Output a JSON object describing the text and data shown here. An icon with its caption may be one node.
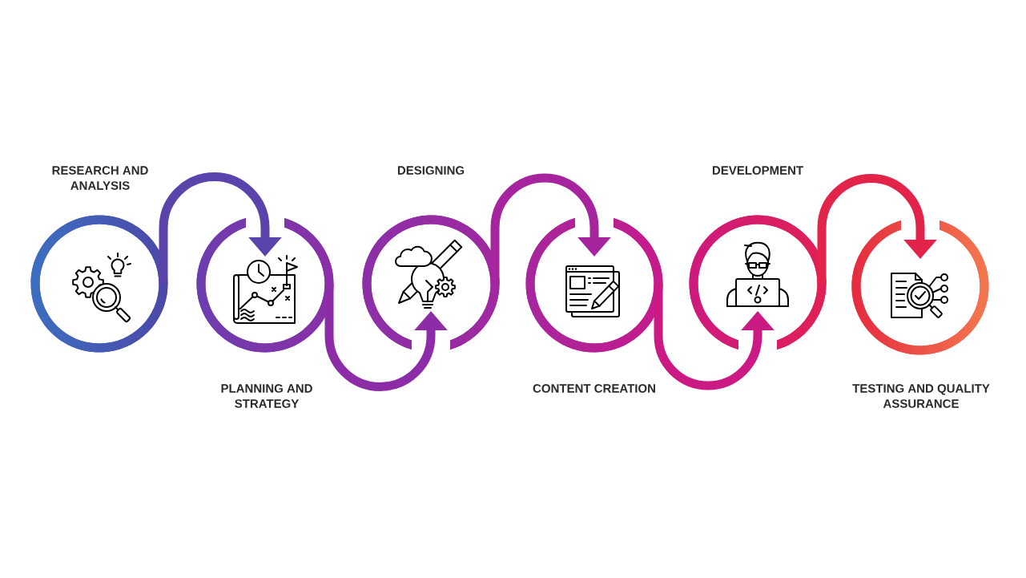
{
  "diagram": {
    "nodes": [
      {
        "text": [
          "RESEARCH AND ANALYSIS"
        ]
      },
      {
        "text": [
          "PLANNING AND STRATEGY"
        ]
      },
      {
        "text": [
          "DESIGNING"
        ]
      },
      {
        "text": [
          "CONTENT CREATION"
        ]
      },
      {
        "text": [
          "DEVELOPMENT"
        ]
      },
      {
        "text": [
          "TESTING AND QUALITY ASSURANCE"
        ]
      }
    ],
    "edges": [
      {
        "from": 0,
        "to": 1,
        "arrow": "to",
        "color": "#5a44ab"
      },
      {
        "from": 1,
        "to": 2,
        "arrow": "to",
        "color": "#8d2ca7"
      },
      {
        "from": 2,
        "to": 3,
        "arrow": "to",
        "color": "#a6249e"
      },
      {
        "from": 3,
        "to": 4,
        "arrow": "to",
        "color": "#cc1a85"
      },
      {
        "from": 4,
        "to": 5,
        "arrow": "to",
        "color": "#e2234a"
      }
    ]
  }
}
